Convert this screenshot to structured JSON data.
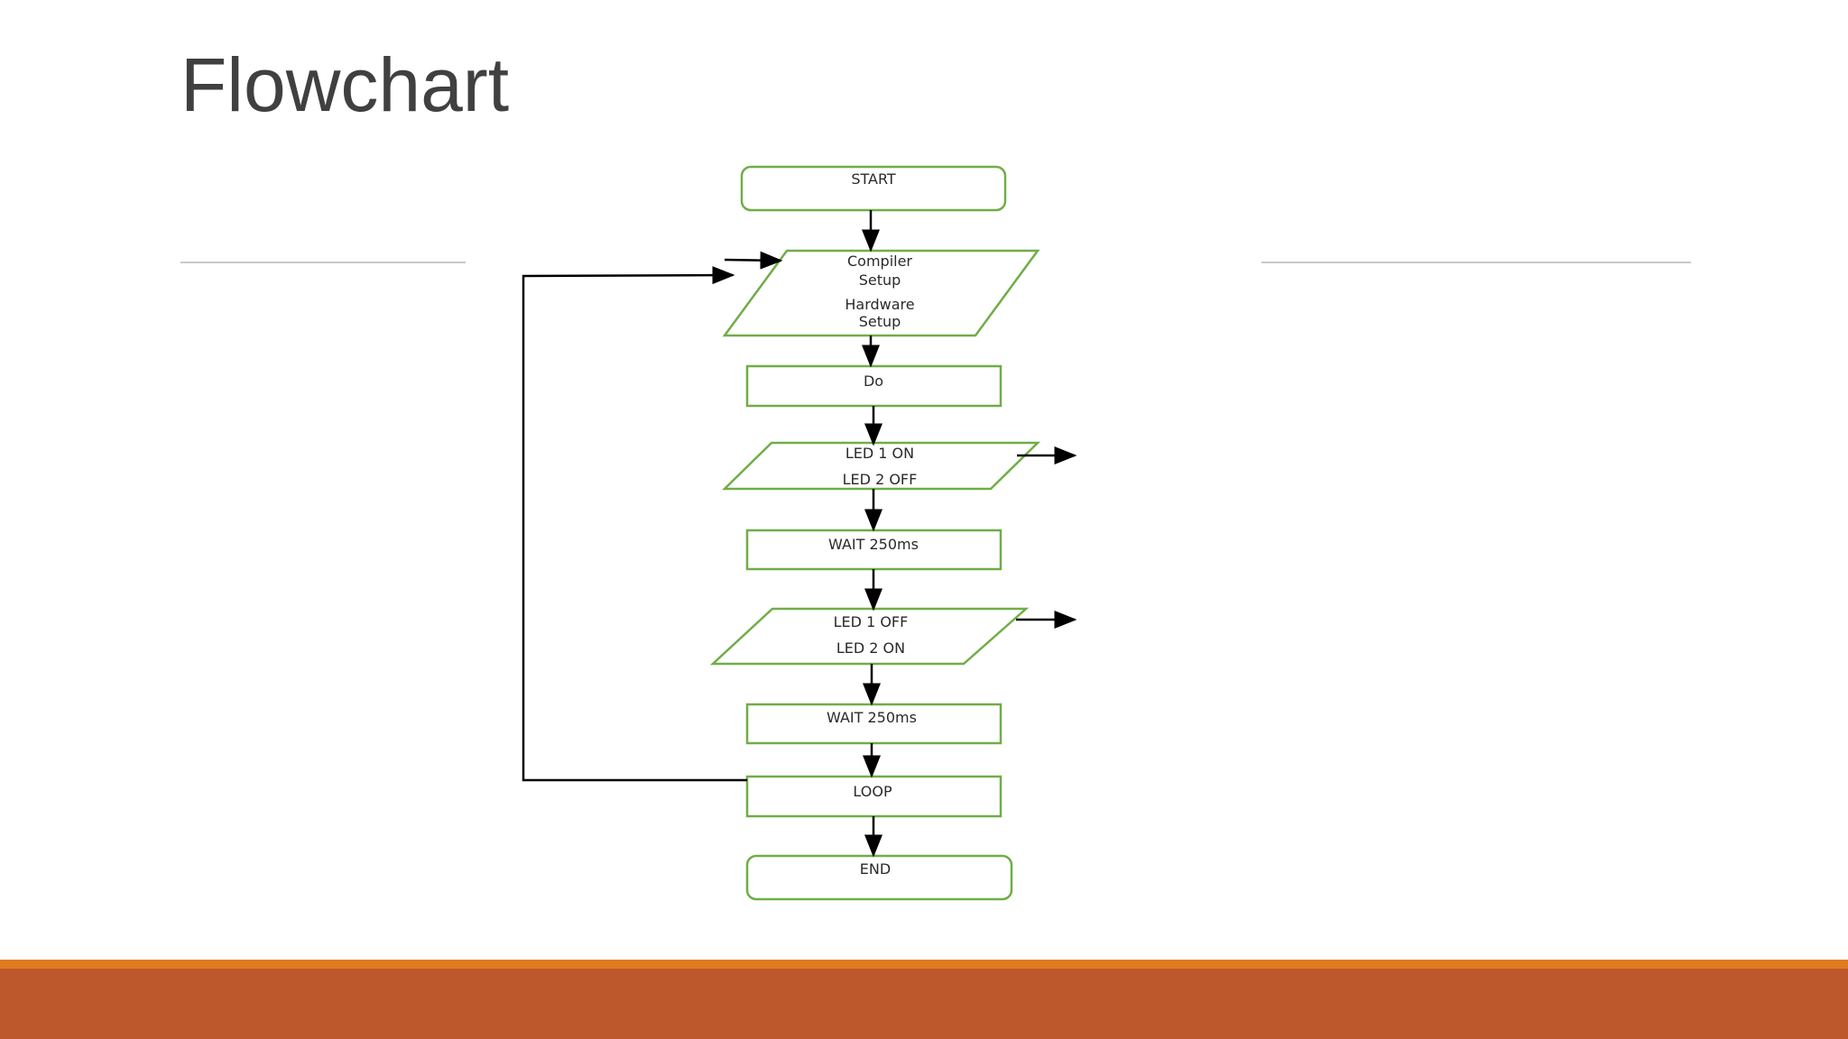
{
  "slide": {
    "title": "Flowchart"
  },
  "flowchart": {
    "nodes": {
      "start": {
        "label": "START",
        "shape": "terminator"
      },
      "setup": {
        "label_lines": [
          "Compiler",
          "Setup",
          "Hardware",
          "Setup"
        ],
        "shape": "parallelogram"
      },
      "do": {
        "label": "Do",
        "shape": "process"
      },
      "led_on": {
        "label_lines": [
          "LED 1 ON",
          "LED 2 OFF"
        ],
        "shape": "parallelogram"
      },
      "wait_1": {
        "label": "WAIT 250ms",
        "shape": "process"
      },
      "led_off": {
        "label_lines": [
          "LED 1 OFF",
          "LED 2 ON"
        ],
        "shape": "parallelogram"
      },
      "wait_2": {
        "label": "WAIT 250ms",
        "shape": "process"
      },
      "loop": {
        "label": "LOOP",
        "shape": "process"
      },
      "end": {
        "label": "END",
        "shape": "terminator"
      }
    },
    "edges": [
      [
        "start",
        "setup"
      ],
      [
        "setup",
        "do"
      ],
      [
        "do",
        "led_on"
      ],
      [
        "led_on",
        "wait_1"
      ],
      [
        "wait_1",
        "led_off"
      ],
      [
        "led_off",
        "wait_2"
      ],
      [
        "wait_2",
        "loop"
      ],
      [
        "loop",
        "end"
      ],
      [
        "loop",
        "setup"
      ]
    ]
  },
  "colors": {
    "node_border": "#70ad47",
    "edge": "#000000",
    "title_text": "#404040",
    "accent_orange": "#e07b22",
    "accent_rust": "#bd582c"
  }
}
